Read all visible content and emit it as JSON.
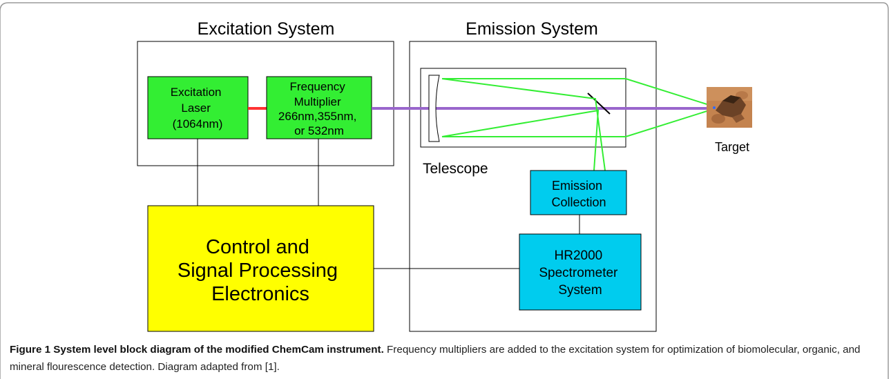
{
  "diagram": {
    "excitation_system": {
      "title": "Excitation System",
      "laser": {
        "lines": [
          "Excitation",
          "Laser",
          "(1064nm)"
        ]
      },
      "multiplier": {
        "lines": [
          "Frequency",
          "Multiplier",
          "266nm,355nm,",
          "or 532nm"
        ]
      }
    },
    "emission_system": {
      "title": "Emission System",
      "telescope_label": "Telescope",
      "collection": {
        "lines": [
          "Emission",
          "Collection"
        ]
      },
      "spectrometer": {
        "lines": [
          "HR2000",
          "Spectrometer",
          "System"
        ]
      }
    },
    "electronics": {
      "lines": [
        "Control and",
        "Signal Processing",
        "Electronics"
      ]
    },
    "target_label": "Target"
  },
  "caption": {
    "bold": "Figure 1 System level block diagram of the modified ChemCam instrument.",
    "text": " Frequency multipliers are added to the excitation system for optimization of biomolecular, organic, and mineral flourescence detection. Diagram adapted from [1]."
  },
  "colors": {
    "green_box": "#33ee33",
    "cyan_box": "#00ccee",
    "yellow_box": "#ffff00",
    "laser_red": "#ff3333",
    "beam_purple": "#9966cc",
    "light_path_green": "#33ee33",
    "caption_frame": "#9a9a9a"
  }
}
